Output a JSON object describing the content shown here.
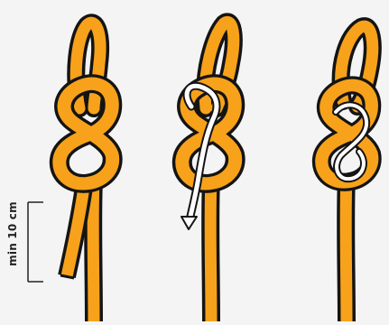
{
  "annotation": {
    "tail_length_label": "min 10 cm"
  },
  "colors": {
    "background": "#f4f4f4",
    "rope": "#f7a21a",
    "rope_outline": "#141414",
    "second_strand": "#ffffff",
    "dimension_line": "#222222"
  },
  "steps": [
    {
      "id": "step-1",
      "description_icon": "single-figure-eight-knot-icon"
    },
    {
      "id": "step-2",
      "description_icon": "retrace-figure-eight-icon"
    },
    {
      "id": "step-3",
      "description_icon": "finished-figure-eight-loop-icon"
    }
  ]
}
